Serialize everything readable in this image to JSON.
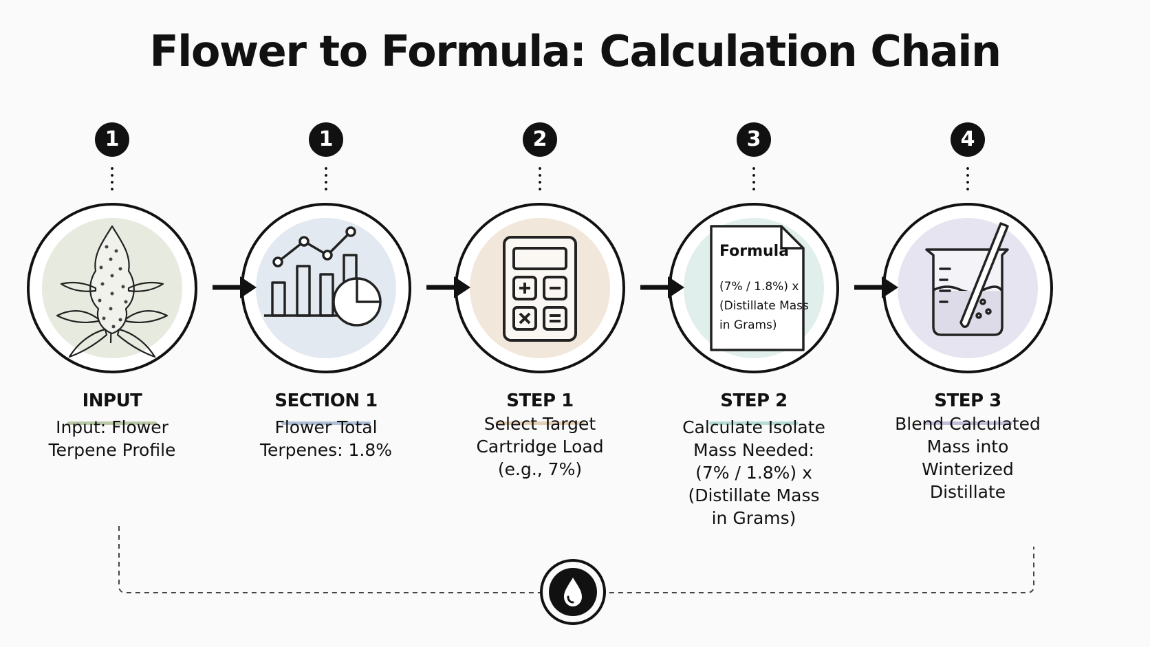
{
  "title": "Flower to Formula: Calculation Chain",
  "steps": [
    {
      "badge": "1",
      "label": "INPUT",
      "accent": "#b9c8a6",
      "tint": "#e7ebdf",
      "icon": "cannabis-bud-icon",
      "desc": [
        "Input: Flower",
        "Terpene Profile"
      ]
    },
    {
      "badge": "1",
      "label": "SECTION 1",
      "accent": "#aec0d6",
      "tint": "#e3e9f0",
      "icon": "analytics-chart-icon",
      "desc": [
        "Flower Total",
        "Terpenes: 1.8%"
      ]
    },
    {
      "badge": "2",
      "label": "STEP 1",
      "accent": "#e3cfb6",
      "tint": "#f1e7da",
      "icon": "calculator-icon",
      "desc": [
        "Select Target",
        "Cartridge Load",
        "(e.g., 7%)"
      ]
    },
    {
      "badge": "3",
      "label": "STEP 2",
      "accent": "#b7dbd6",
      "tint": "#e0efec",
      "icon": "formula-document-icon",
      "doc": {
        "heading": "Formula",
        "lines": [
          "(7% / 1.8%) x",
          "(Distillate Mass",
          "in Grams)"
        ]
      },
      "desc": [
        "Calculate Isolate",
        "Mass Needed:",
        "(7% / 1.8%) x",
        "(Distillate Mass",
        "in Grams)"
      ]
    },
    {
      "badge": "4",
      "label": "STEP 3",
      "accent": "#c3bfdb",
      "tint": "#e6e4f0",
      "icon": "beaker-stir-icon",
      "desc": [
        "Blend Calculated",
        "Mass into",
        "Winterized",
        "Distillate"
      ]
    }
  ],
  "loop_icon": "water-drop-icon"
}
